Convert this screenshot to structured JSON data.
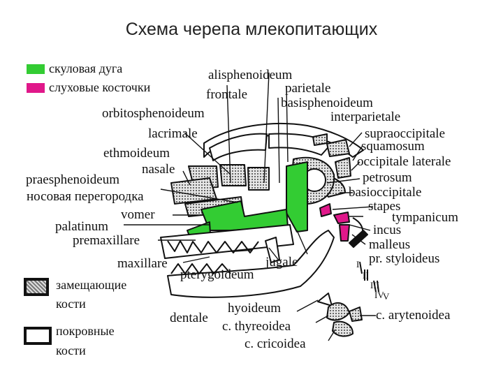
{
  "title": "Схема черепа млекопитающих",
  "colors": {
    "zygomatic": "#33cc33",
    "ossicles": "#e0188a",
    "replacing": "#bbbbbb"
  },
  "legend": {
    "zygomatic_arch": "скуловая дуга",
    "auditory_ossicles": "слуховые косточки",
    "replacing_bones_1": "замещающие",
    "replacing_bones_2": "кости",
    "covering_bones_1": "покровные",
    "covering_bones_2": "кости"
  },
  "labels": {
    "alisphenoideum": "alisphenoideum",
    "frontale": "frontale",
    "parietale": "parietale",
    "basisphenoideum": "basisphenoideum",
    "orbitosphenoideum": "orbitosphenoideum",
    "interparietale": "interparietale",
    "lacrimale": "lacrimale",
    "supraoccipitale": "supraoccipitale",
    "squamosum": "squamosum",
    "ethmoideum": "ethmoideum",
    "occipitale_laterale": "occipitale laterale",
    "nasale": "nasale",
    "praesphenoideum": "praesphenoideum",
    "petrosum": "petrosum",
    "nasal_septum": "носовая перегородка",
    "basioccipitale": "basioccipitale",
    "stapes": "stapes",
    "vomer": "vomer",
    "tympanicum": "tympanicum",
    "palatinum": "palatinum",
    "incus": "incus",
    "premaxillare": "premaxillare",
    "malleus": "malleus",
    "jugale": "jugale",
    "pr_styloideus": "pr. styloideus",
    "maxillare": "maxillare",
    "pterygoideum": "pterygoideum",
    "dentale": "dentale",
    "hyoideum": "hyoideum",
    "c_arytenoidea": "c. arytenoidea",
    "c_thyreoidea": "c. thyreoidea",
    "c_cricoidea": "c. cricoidea",
    "roman_1": "I",
    "roman_2": "II",
    "roman_3": "III",
    "roman_4": "IV",
    "roman_5": "V"
  }
}
